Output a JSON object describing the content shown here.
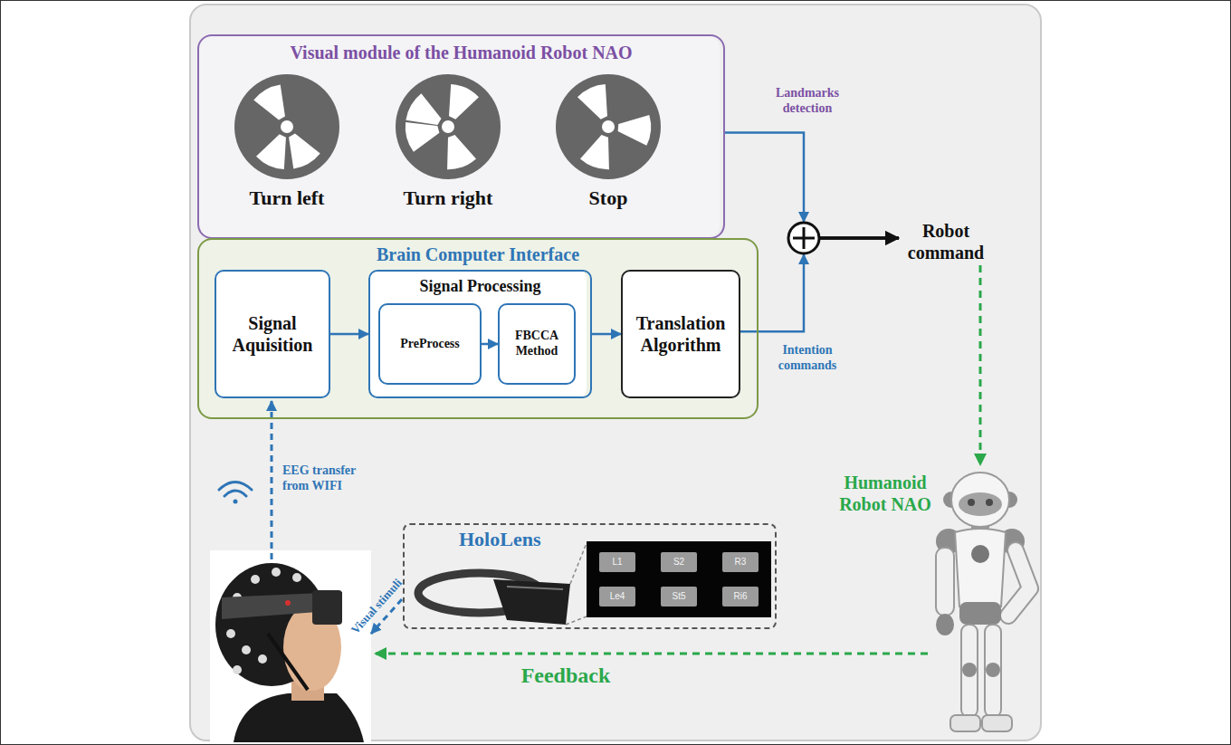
{
  "diagram": {
    "nodes": [
      {
        "text": [
          "Visual module of the Humanoid Robot NAO"
        ]
      },
      {
        "text": [
          "Brain Computer Interface"
        ]
      },
      {
        "text": [
          "Signal Aquisition"
        ],
        "in": 1
      },
      {
        "text": [
          "Signal Processing"
        ],
        "in": 1
      },
      {
        "text": [
          "PreProcess"
        ],
        "in": 3
      },
      {
        "text": [
          "FBCCA Method"
        ],
        "in": 3
      },
      {
        "text": [
          "Translation Algorithm"
        ],
        "in": 1
      },
      {
        "text": [
          "Robot command"
        ]
      },
      {
        "text": [
          "Humanoid Robot NAO"
        ]
      },
      {
        "text": [
          "HoloLens"
        ]
      },
      {
        "text": [
          "L1"
        ],
        "in": 9
      },
      {
        "text": [
          "S2"
        ],
        "in": 9
      },
      {
        "text": [
          "R3"
        ],
        "in": 9
      },
      {
        "text": [
          "Le4"
        ],
        "in": 9
      },
      {
        "text": [
          "St5"
        ],
        "in": 9
      },
      {
        "text": [
          "Ri6"
        ],
        "in": 9
      }
    ],
    "edges": [
      {
        "from": 2,
        "to": 3,
        "arrow": "to"
      },
      {
        "from": 4,
        "to": 5,
        "arrow": "to"
      },
      {
        "from": 3,
        "to": 6,
        "arrow": "to"
      },
      {
        "from": 0,
        "to": 7,
        "label": "Landmarks detection",
        "arrow": "to"
      },
      {
        "from": 6,
        "to": 7,
        "label": "Intention commands",
        "arrow": "to"
      },
      {
        "from": 7,
        "to": 8,
        "arrow": "to"
      }
    ],
    "labels": [
      "Turn left",
      "Turn right",
      "Stop",
      "EEG transfer from WIFI",
      "Visual stimuli",
      "Feedback"
    ]
  }
}
